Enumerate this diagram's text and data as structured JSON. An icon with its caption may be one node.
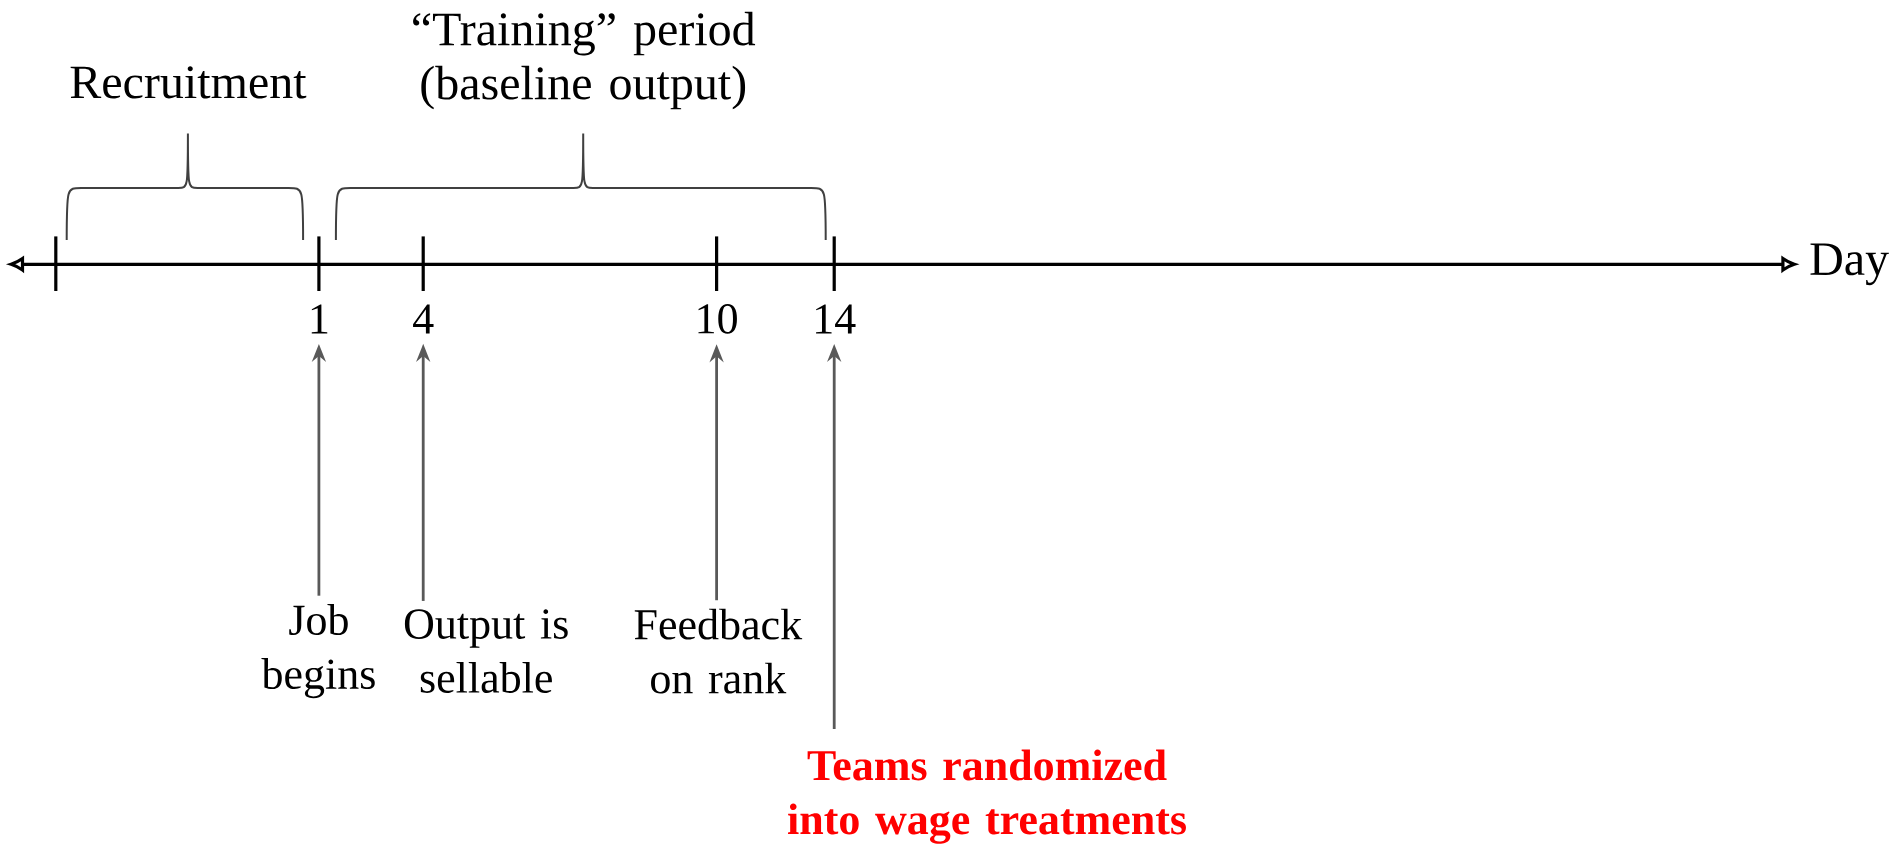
{
  "diagram": {
    "nodes": [
      {
        "text": [
          "1"
        ]
      },
      {
        "text": [
          "4"
        ]
      },
      {
        "text": [
          "10"
        ]
      },
      {
        "text": [
          "14"
        ]
      },
      {
        "text": [
          "Job begins"
        ]
      },
      {
        "text": [
          "Output is sellable"
        ]
      },
      {
        "text": [
          "Feedback on rank"
        ]
      },
      {
        "text": [
          "Teams randomized into wage treatments"
        ]
      }
    ],
    "edges": [
      {
        "from": 4,
        "to": 0,
        "arrow": "to"
      },
      {
        "from": 5,
        "to": 1,
        "arrow": "to"
      },
      {
        "from": 6,
        "to": 2,
        "arrow": "to"
      },
      {
        "from": 7,
        "to": 3,
        "arrow": "to"
      }
    ],
    "labels": [
      "Recruitment",
      "“Training” period (baseline output)",
      "Day"
    ]
  }
}
